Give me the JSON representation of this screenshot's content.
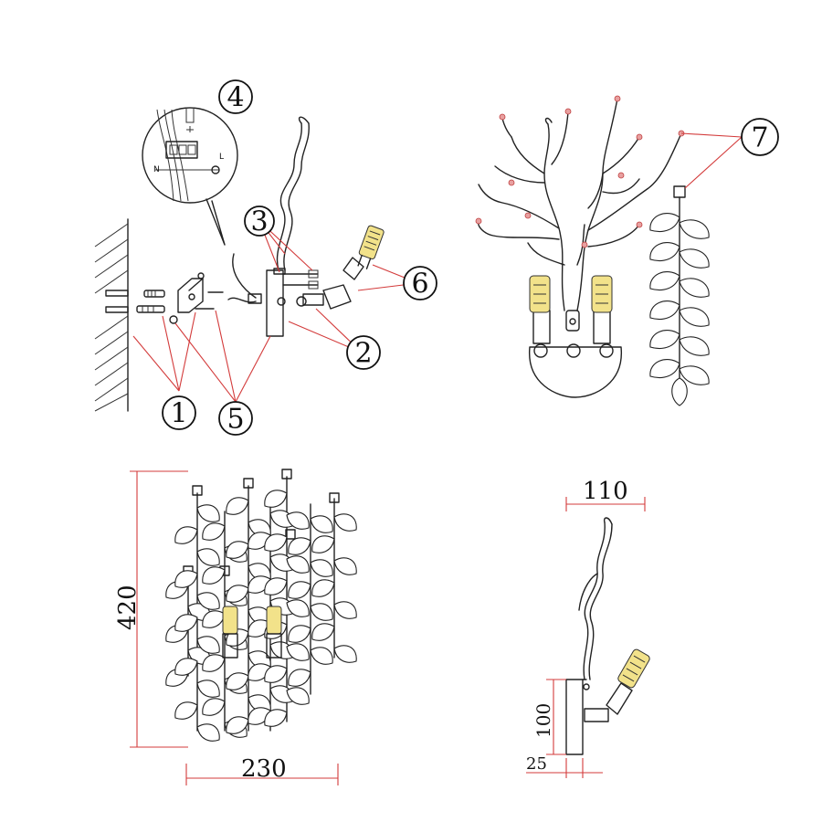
{
  "callouts": {
    "c1": "1",
    "c2": "2",
    "c3": "3",
    "c4": "4",
    "c5": "5",
    "c6": "6",
    "c7": "7"
  },
  "wiring_labels": {
    "neutral": "N",
    "live": "L"
  },
  "dimensions": {
    "height_total": "420",
    "width_total": "230",
    "depth_top": "110",
    "base_height": "100",
    "base_depth": "25"
  },
  "colors": {
    "line": "#222222",
    "leader": "#d33b3b",
    "bulb": "#f2e28a"
  }
}
